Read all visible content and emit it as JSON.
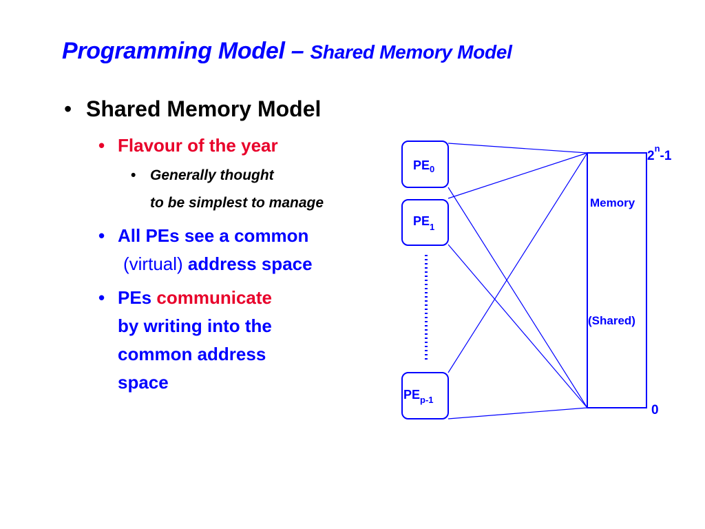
{
  "slide": {
    "title": "Programming Model –",
    "subtitle": "Shared Memory Model"
  },
  "bullets": {
    "level1": "Shared Memory Model",
    "flavour": "Flavour of the year",
    "generally_line1": "Generally thought",
    "generally_line2": "to be simplest to manage",
    "all_pes_line1": "All PEs see a common",
    "all_pes_virtual": "(virtual)",
    "all_pes_address": "address space",
    "pes_word": "PEs",
    "communicate": "communicate",
    "writing_line1": "by writing into the",
    "writing_line2": "common address",
    "writing_line3": "space",
    "bullet_char": "•"
  },
  "diagram": {
    "pe_label": "PE",
    "pe0_sub": "0",
    "pe1_sub": "1",
    "pep_sub": "p-1",
    "memory_label": "Memory",
    "shared_label": "(Shared)",
    "top_address_base": "2",
    "top_address_exp": "n",
    "top_address_suffix": "-1",
    "bottom_address": "0"
  },
  "colors": {
    "blue": "#0000ff",
    "red": "#e8002a",
    "black": "#000000"
  }
}
